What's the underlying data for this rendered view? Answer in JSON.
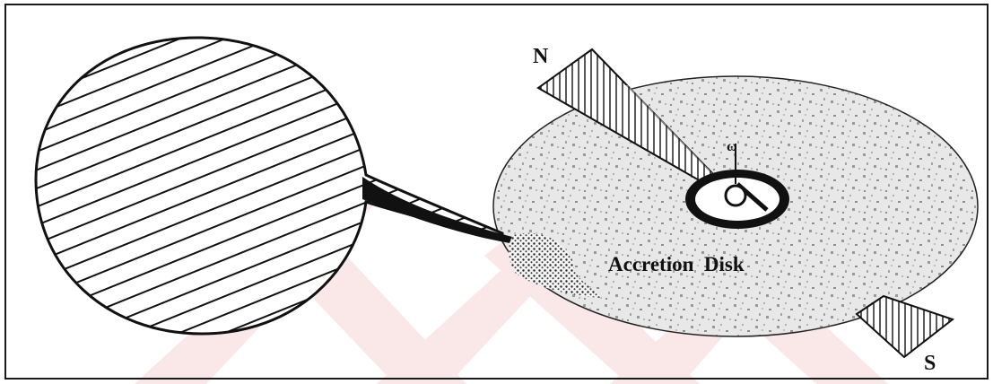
{
  "diagram": {
    "labels": {
      "north_pole": "N",
      "south_pole": "S",
      "disk": "Accretion  Disk",
      "spin_symbol": "ω"
    },
    "colors": {
      "ink": "#111111",
      "disk_fill": "#e6e6e6",
      "disk_speckle": "#9a9a9a",
      "watermark": "#f6d6d6",
      "frame": "#1a1a1a"
    }
  }
}
